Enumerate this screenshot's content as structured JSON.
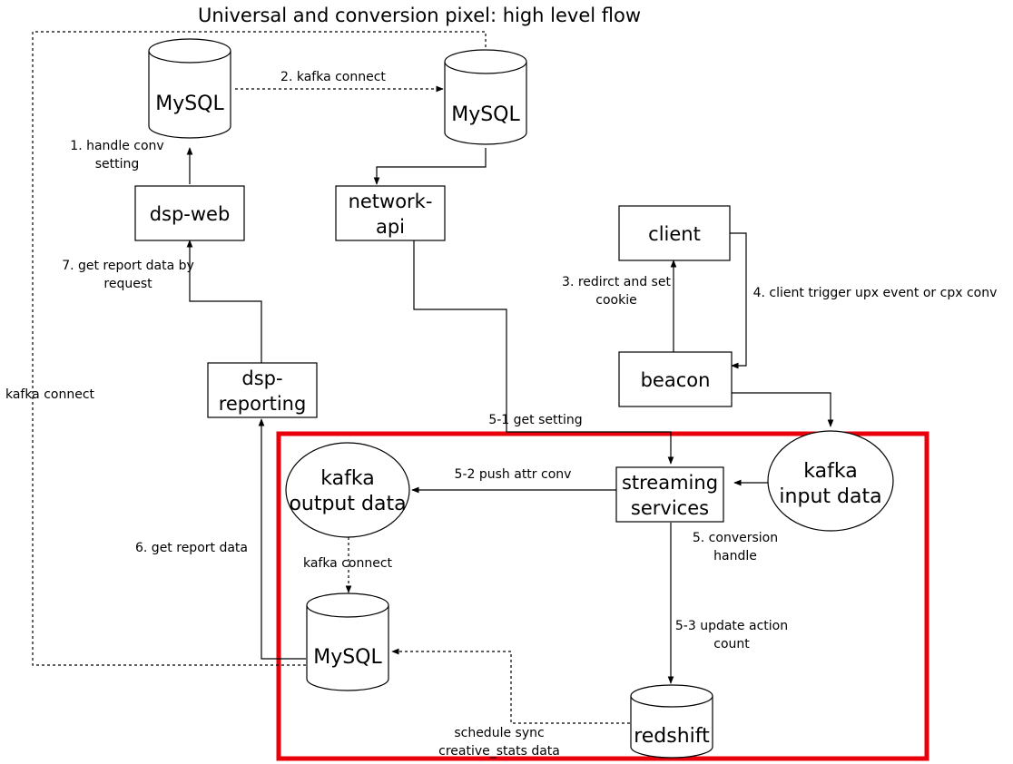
{
  "title": "Universal and conversion pixel: high level flow",
  "nodes": {
    "mysql_top_left": "MySQL",
    "mysql_top_right": "MySQL",
    "mysql_bottom": "MySQL",
    "dsp_web": "dsp-web",
    "network_api": [
      "network-",
      "api"
    ],
    "client": "client",
    "beacon": "beacon",
    "dsp_reporting": [
      "dsp-",
      "reporting"
    ],
    "kafka_output": [
      "kafka",
      "output data"
    ],
    "streaming": [
      "streaming",
      "services"
    ],
    "kafka_input": [
      "kafka",
      "input data"
    ],
    "redshift": "redshift"
  },
  "edges": {
    "kafka_connect_top": "2. kafka connect",
    "handle_conv": [
      "1. handle conv",
      "setting"
    ],
    "get_report_by_request": [
      "7. get report data by",
      "request"
    ],
    "kafka_connect_left": "kafka connect",
    "redirect_cookie": [
      "3. redirct and set",
      "cookie"
    ],
    "client_trigger": "4. client trigger upx event or cpx conv",
    "get_setting": "5-1 get setting",
    "push_attr": "5-2 push attr conv",
    "conversion_handle": [
      "5. conversion",
      "handle"
    ],
    "get_report_data": "6. get report data",
    "kafka_connect_mid": "kafka connect",
    "update_action": [
      "5-3 update action",
      "count"
    ],
    "schedule_sync": [
      "schedule sync",
      "creative_stats data"
    ]
  },
  "colors": {
    "highlight": "#e8000b",
    "stroke": "#000000"
  }
}
